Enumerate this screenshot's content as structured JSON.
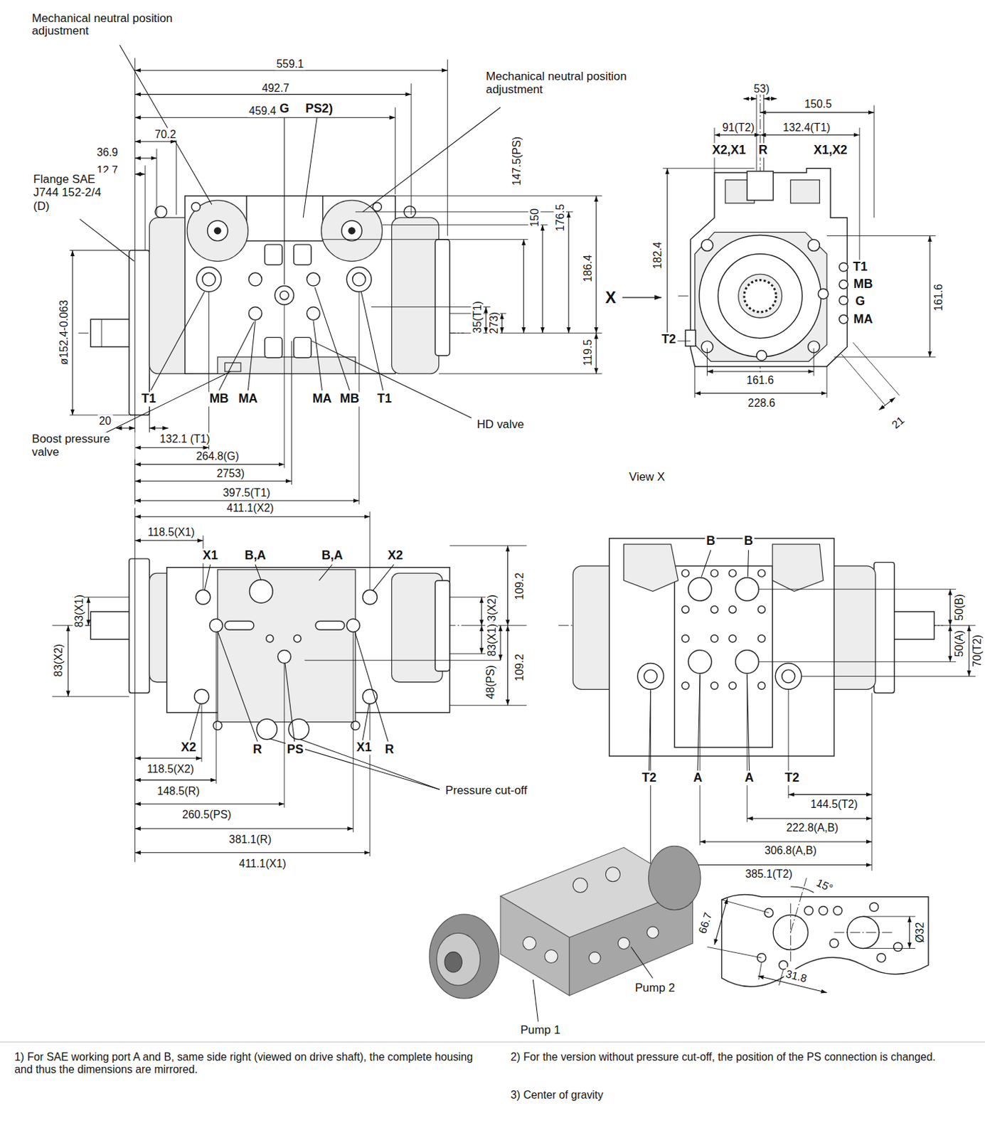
{
  "diagram": {
    "labels": [
      "Mechanical neutral position adjustment",
      "559.1",
      "492.7",
      "459.4",
      "Mechanical neutral position adjustment",
      "70.2",
      "36.9",
      "12.7",
      "G",
      "PS2)",
      "Flange SAE J744 152-2/4 (D)",
      "ø152.4-0.063",
      "147.5(PS)",
      "150",
      "176.5",
      "186.4",
      "35(T1)",
      "273)",
      "119.5",
      "T1",
      "MB",
      "MA",
      "MA",
      "MB",
      "T1",
      "20",
      "132.1 (T1)",
      "Boost pressure valve",
      "264.8(G)",
      "2753)",
      "397.5(T1)",
      "HD valve",
      "X",
      "53)",
      "150.5",
      "91(T2)",
      "132.4(T1)",
      "X2,X1",
      "R",
      "X1,X2",
      "182.4",
      "T1",
      "MB",
      "G",
      "MA",
      "161.6",
      "T2",
      "161.6",
      "228.6",
      "21",
      "View X",
      "411.1(X2)",
      "118.5(X1)",
      "X1",
      "B,A",
      "B,A",
      "X2",
      "83(X1)",
      "83(X2)",
      "83(X2)",
      "109.2",
      "83(X1)",
      "109.2",
      "48(PS)",
      "X2",
      "R",
      "PS",
      "X1",
      "R",
      "118.5(X2)",
      "148.5(R)",
      "260.5(PS)",
      "381.1(R)",
      "411.1(X1)",
      "Pressure cut-off",
      "B",
      "B",
      "50(B)",
      "T2",
      "A",
      "A",
      "T2",
      "50(A)",
      "70(T2)",
      "144.5(T2)",
      "222.8(A,B)",
      "306.8(A,B)",
      "385.1(T2)",
      "15°",
      "66.7",
      "Ø32",
      "31.8",
      "Pump 2",
      "Pump 1",
      "1) For SAE working port A and B, same side right (viewed on drive shaft), the complete housing and thus the dimensions are mirrored.",
      "2) For the version without pressure cut-off, the position of the PS connection is changed.",
      "3) Center of gravity"
    ]
  }
}
